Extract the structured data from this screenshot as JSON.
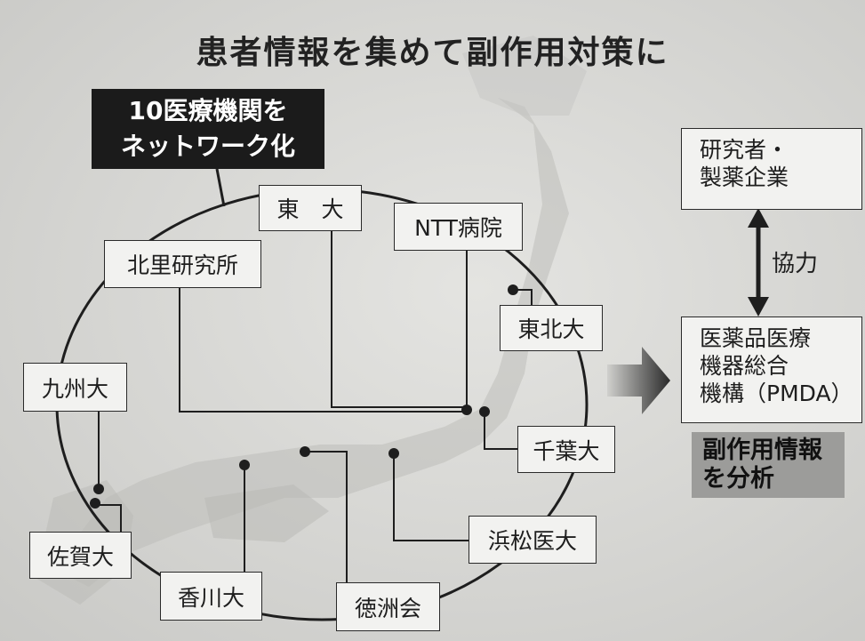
{
  "title": "患者情報を集めて副作用対策に",
  "callout": {
    "line1": "10医療機関を",
    "line2": "ネットワーク化"
  },
  "institutions": {
    "todai": "東　大",
    "ntt": "NTT病院",
    "kitasato": "北里研究所",
    "tohoku": "東北大",
    "kyushu": "九州大",
    "chiba": "千葉大",
    "saga": "佐賀大",
    "hamamatsu": "浜松医大",
    "kagawa": "香川大",
    "tokushukai": "徳洲会"
  },
  "researchers": {
    "line1": "研究者・",
    "line2": "製薬企業"
  },
  "collaboration": "協力",
  "pmda": {
    "line1": "医薬品医療",
    "line2": "機器総合",
    "line3": "機構（PMDA）"
  },
  "analysis": {
    "line1": "副作用情報",
    "line2": "を分析"
  },
  "colors": {
    "callout_bg": "#1b1b1b",
    "box_bg": "#f2f2f0",
    "analysis_bg": "#9c9c9a",
    "line": "#1e1e1e"
  }
}
